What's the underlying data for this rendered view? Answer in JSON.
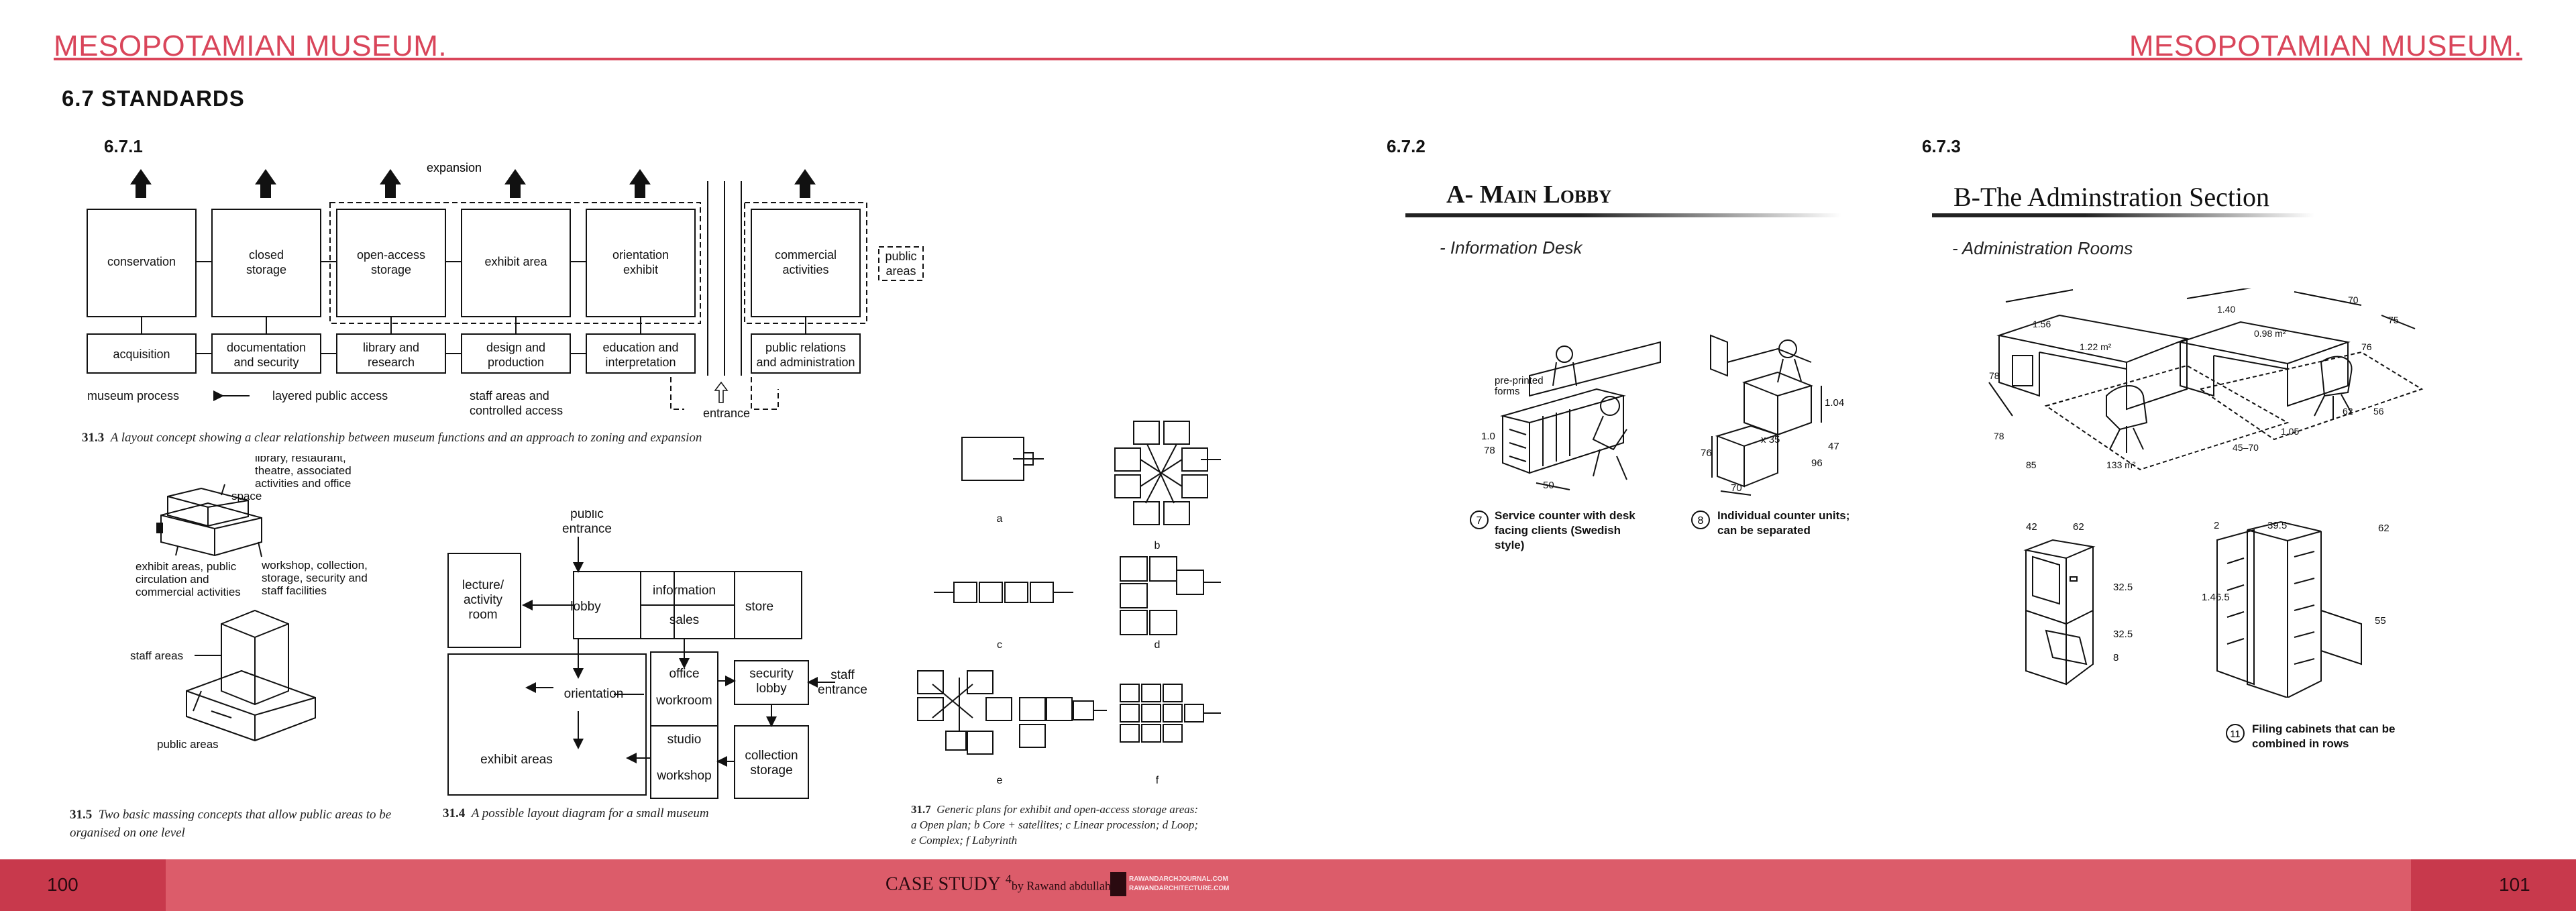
{
  "header": {
    "left_title": "MESOPOTAMIAN MUSEUM.",
    "right_title": "MESOPOTAMIAN MUSEUM."
  },
  "section": {
    "title": "6.7 STANDARDS",
    "sub1": "6.7.1",
    "sub2": "6.7.2",
    "sub3": "6.7.3"
  },
  "diagram_31_3": {
    "expansion": "expansion",
    "conservation": "conservation",
    "closed_storage": [
      "closed",
      "storage"
    ],
    "open_access": [
      "open-access",
      "storage"
    ],
    "exhibit_area": "exhibit area",
    "orientation_exhibit": [
      "orientation",
      "exhibit"
    ],
    "commercial": [
      "commercial",
      "activities"
    ],
    "public_areas": [
      "public",
      "areas"
    ],
    "acquisition": "acquisition",
    "documentation": [
      "documentation",
      "and security"
    ],
    "library": [
      "library and",
      "research"
    ],
    "design": [
      "design and",
      "production"
    ],
    "education": [
      "education and",
      "interpretation"
    ],
    "public_relations": [
      "public relations",
      "and administration"
    ],
    "museum_process": "museum process",
    "layered_access": "layered public access",
    "staff_areas": [
      "staff areas and",
      "controlled access"
    ],
    "entrance": "entrance",
    "caption_num": "31.3",
    "caption": "A layout concept showing a clear relationship between museum functions and an approach to zoning and expansion"
  },
  "diagram_31_5": {
    "top_label": [
      "library, restaurant,",
      "theatre, associated",
      "activities and office",
      "space"
    ],
    "right_label": [
      "workshop, collection,",
      "storage, security and",
      "staff facilities"
    ],
    "left_label": [
      "exhibit areas, public",
      "circulation and",
      "commercial activities"
    ],
    "staff_areas": "staff areas",
    "public_areas": "public areas",
    "caption_num": "31.5",
    "caption": "Two basic massing concepts that allow public areas to be organised on one level"
  },
  "diagram_31_4": {
    "public_entrance": [
      "public",
      "entrance"
    ],
    "lecture": [
      "lecture/",
      "activity",
      "room"
    ],
    "lobby": "lobby",
    "information": "information",
    "sales": "sales",
    "store": "store",
    "orientation": "orientation",
    "office": "office",
    "workroom": "workroom",
    "security_lobby": [
      "security",
      "lobby"
    ],
    "staff_entrance": [
      "staff",
      "entrance"
    ],
    "exhibit_areas": "exhibit areas",
    "studio": "studio",
    "workshop": "workshop",
    "collection_storage": [
      "collection",
      "storage"
    ],
    "caption_num": "31.4",
    "caption": "A possible layout diagram for a small museum"
  },
  "diagram_31_7": {
    "labels": [
      "a",
      "b",
      "c",
      "d",
      "e",
      "f"
    ],
    "caption_num": "31.7",
    "caption_lines": [
      "Generic plans for exhibit and open-access storage areas:",
      "a Open plan; b Core + satellites; c Linear procession; d Loop;",
      "e Complex; f Labyrinth"
    ]
  },
  "lobby": {
    "title": "A- Main Lobby",
    "subtitle": "- Information Desk",
    "preprinted": [
      "pre-printed",
      "forms"
    ],
    "dims_left": [
      "1.0",
      "78",
      "50"
    ],
    "dims_right": [
      "1.04",
      "76",
      "96",
      "47",
      "70",
      "x 35"
    ],
    "fig7_num": "7",
    "fig7_text": [
      "Service counter with desk",
      "facing clients (Swedish",
      "style)"
    ],
    "fig8_num": "8",
    "fig8_text": [
      "Individual counter units;",
      "can be separated"
    ]
  },
  "admin": {
    "title": "B-The Adminstration Section",
    "subtitle": "- Administration Rooms",
    "desk_dims": [
      "1.56",
      "1.40",
      "70",
      "75",
      "1.22 m²",
      "0.98 m²",
      "76",
      "78",
      "78",
      "85",
      "133 m²",
      "45–70",
      "1.05",
      "62",
      "56"
    ],
    "cab_dims_small": [
      "42",
      "62",
      "32.5",
      "32.5",
      "8"
    ],
    "cab_dims_big": [
      "39.5",
      "62",
      "1.46.5",
      "55",
      "2"
    ],
    "fig11_num": "11",
    "fig11_text": [
      "Filing cabinets that can be",
      "combined in rows"
    ]
  },
  "footer": {
    "left_page": "100",
    "right_page": "101",
    "case_study": "CASE STUDY",
    "sup": "4",
    "by": "by Rawand abdullah",
    "logo_line1": "RAWANDARCHJOURNAL.COM",
    "logo_line2": "RAWANDARCHITECTURE.COM"
  },
  "colors": {
    "accent": "#d9455a",
    "footer_bar": "#dc5c6a",
    "footer_dark": "#c8394c"
  }
}
